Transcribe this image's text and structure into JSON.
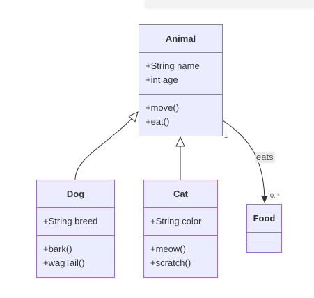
{
  "classes": {
    "animal": {
      "name": "Animal",
      "attributes": [
        "+String name",
        "+int age"
      ],
      "methods": [
        "+move()",
        "+eat()"
      ]
    },
    "dog": {
      "name": "Dog",
      "attributes": [
        "+String breed"
      ],
      "methods": [
        "+bark()",
        "+wagTail()"
      ]
    },
    "cat": {
      "name": "Cat",
      "attributes": [
        "+String color"
      ],
      "methods": [
        "+meow()",
        "+scratch()"
      ]
    },
    "food": {
      "name": "Food",
      "attributes": [],
      "methods": []
    }
  },
  "relations": {
    "dog_inherits_animal": {
      "type": "inheritance"
    },
    "cat_inherits_animal": {
      "type": "inheritance"
    },
    "animal_eats_food": {
      "type": "association",
      "label": "eats",
      "from_multiplicity": "1",
      "to_multiplicity": "0..*"
    }
  },
  "colors": {
    "box_fill": "#ececff",
    "box_border": "#9370db",
    "line": "#333333",
    "text": "#333333"
  }
}
